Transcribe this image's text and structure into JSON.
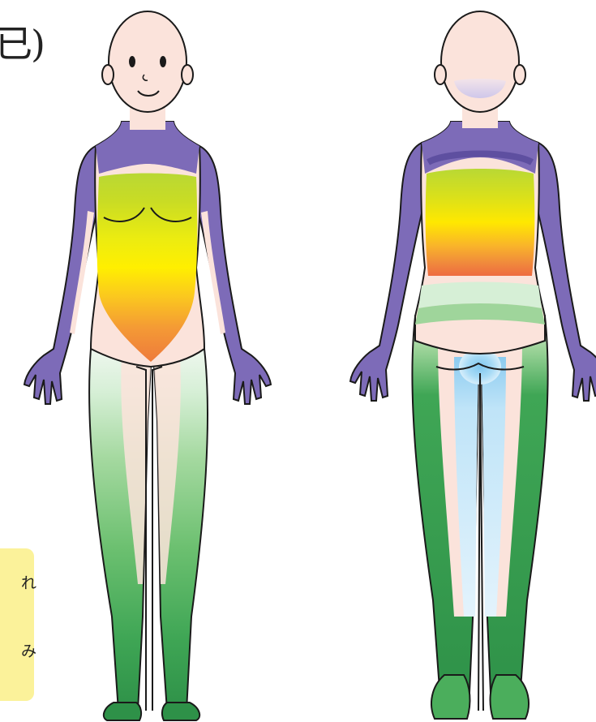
{
  "title_fragment": "已)",
  "legend_notes": [
    "れ",
    "み"
  ],
  "figures": [
    {
      "view": "front"
    },
    {
      "view": "back"
    }
  ],
  "colors": {
    "skin": "#fbe3db",
    "outline": "#1a1a1a",
    "purple": "#7d6bb8",
    "purple_dark": "#5e4fa0",
    "green_light": "#8ccf85",
    "green_mid": "#4bae5c",
    "green_dark": "#2e9148",
    "green_pale": "#d6efd6",
    "yellow_green": "#c9dc24",
    "yellow": "#ffef00",
    "orange": "#f08a3c",
    "orange_red": "#ee6a40",
    "blue_light": "#bfe4f8",
    "blue_mid": "#7fc7ef",
    "lavender": "#d7d2ef",
    "note_bg": "#fbf29a"
  }
}
